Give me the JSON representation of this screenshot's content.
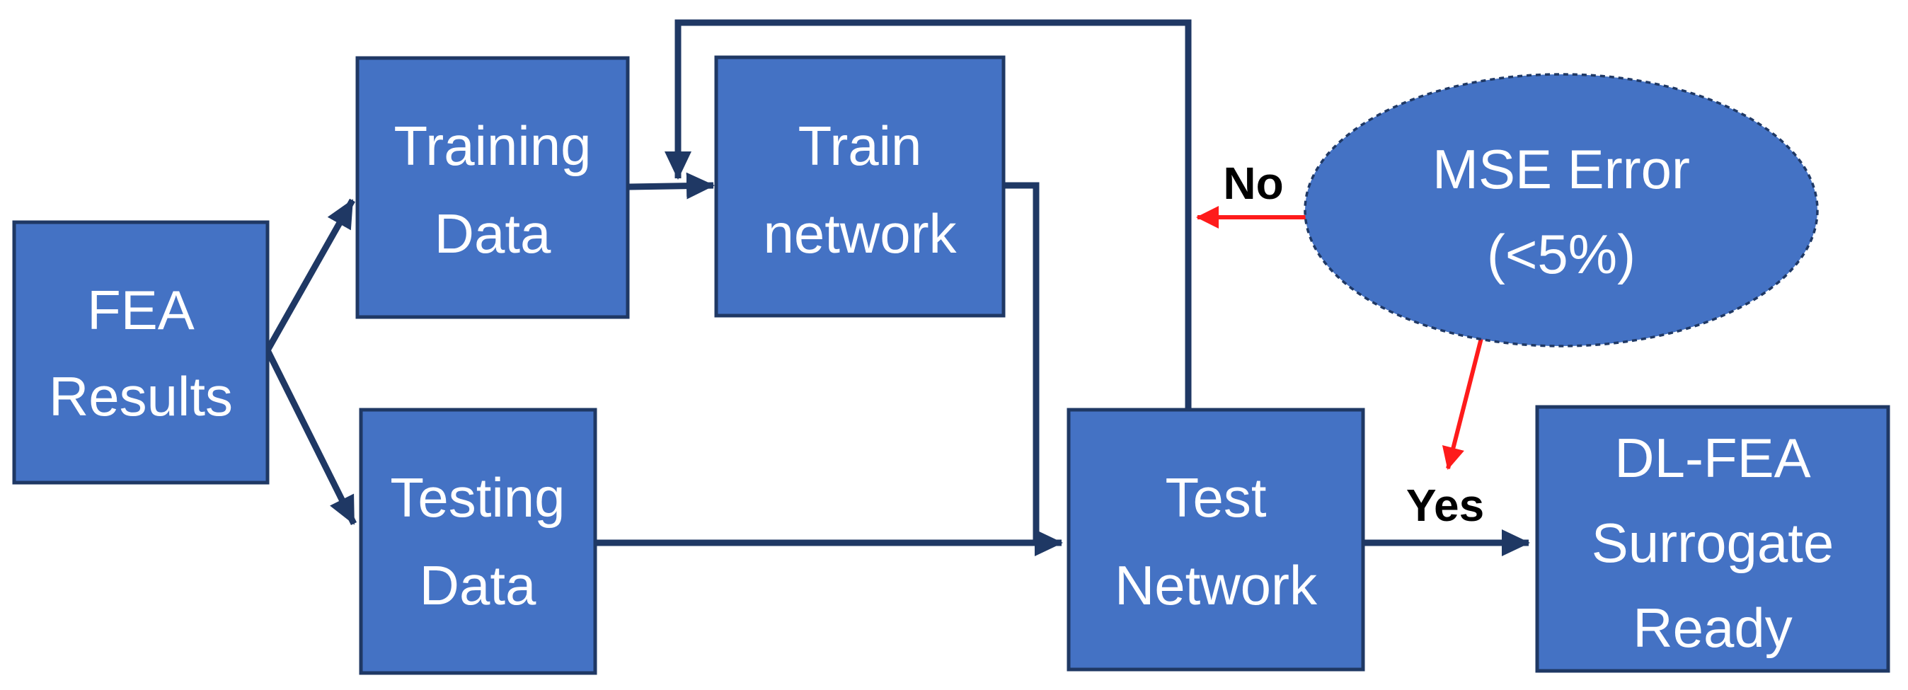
{
  "diagram": {
    "description": "DL-FEA surrogate model training flowchart",
    "colors": {
      "page_bg": "#ffffff",
      "shape_fill": "#4472c4",
      "shape_border": "#1f3864",
      "node_text": "#ffffff",
      "arrow": "#1f3864",
      "loop_arrow": "#fe1b1b",
      "edge_label": "#000000"
    },
    "nodes": {
      "fea_results": {
        "shape": "rect",
        "lines": [
          "FEA",
          "Results"
        ]
      },
      "training_data": {
        "shape": "rect",
        "lines": [
          "Training",
          "Data"
        ]
      },
      "train_network": {
        "shape": "rect",
        "lines": [
          "Train",
          "network"
        ]
      },
      "testing_data": {
        "shape": "rect",
        "lines": [
          "Testing",
          "Data"
        ]
      },
      "test_network": {
        "shape": "rect",
        "lines": [
          "Test",
          "Network"
        ]
      },
      "mse_error": {
        "shape": "ellipse",
        "lines": [
          "MSE Error",
          "(<5%)"
        ]
      },
      "dl_fea_surrogate": {
        "shape": "rect",
        "lines": [
          "DL-FEA",
          "Surrogate",
          "Ready"
        ]
      }
    },
    "edge_labels": {
      "no": "No",
      "yes": "Yes"
    }
  }
}
